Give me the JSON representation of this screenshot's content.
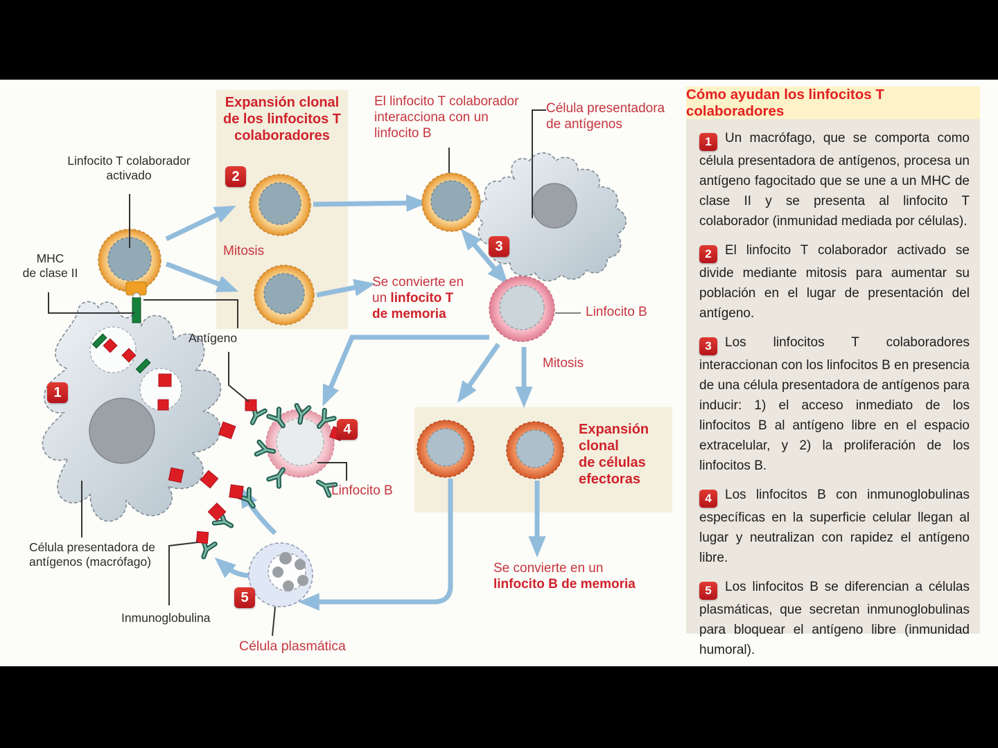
{
  "slide": {
    "panel": {
      "title": "Cómo ayudan los linfocitos T colaboradores",
      "items": [
        {
          "num": "1",
          "text": "Un macrófago, que se comporta como célula presentadora de antígenos, procesa un antígeno fagocitado que se une a un MHC de clase II y se presenta al linfocito T colaborador (inmunidad mediada por células)."
        },
        {
          "num": "2",
          "text": "El linfocito T colaborador activado se divide mediante mitosis para aumentar su población en el lugar de presentación del antígeno."
        },
        {
          "num": "3",
          "text": "Los linfocitos T colaboradores interaccionan con los linfocitos B en presencia de una célula presentadora de antígenos para inducir: 1) el acceso inmediato de los linfocitos B al antígeno libre en el espacio extracelular, y 2) la proliferación de los linfocitos B."
        },
        {
          "num": "4",
          "text": "Los linfocitos B con inmunoglobulinas específicas en la superficie celular llegan al lugar y neutralizan con rapidez el antígeno libre."
        },
        {
          "num": "5",
          "text": "Los linfocitos B se diferencian a células plasmáticas, que secretan inmunoglobulinas para bloquear el antígeno libre (inmunidad humoral)."
        }
      ]
    },
    "labels": {
      "expansion_t": "Expansión clonal de los linfocitos T colaboradores",
      "interaction": "El linfocito T colaborador interacciona con un linfocito B",
      "apc_top": "Célula presentadora de antígenos",
      "t_activated": "Linfocito T colaborador activado",
      "mhc_1": "MHC",
      "mhc_2": "de clase II",
      "mitosis_top": "Mitosis",
      "mitosis_mid": "Mitosis",
      "memory_t_l1": "Se convierte en",
      "memory_t_l2a": "un",
      "memory_t_l2b": "linfocito T",
      "memory_t_l3": "de memoria",
      "linfocito_b_top": "Linfocito B",
      "antigen": "Antígeno",
      "linfocito_b_mid": "Linfocito B",
      "expansion_b_l1": "Expansión",
      "expansion_b_l2": "clonal",
      "expansion_b_l3": "de células",
      "expansion_b_l4": "efectoras",
      "memory_b_l1": "Se convierte en un",
      "memory_b_l2": "linfocito B de memoria",
      "apc_bottom": "Célula presentadora de antígenos (macrófago)",
      "immunoglobulin": "Inmunoglobulina",
      "plasma_cell": "Célula plasmática",
      "badge_1": "1",
      "badge_2": "2",
      "badge_3": "3",
      "badge_4": "4",
      "badge_5": "5"
    },
    "colors": {
      "badge_red": "#d22027",
      "label_red": "#c5353e",
      "title_red": "#e31f1f",
      "arrow_blue": "#92bcdc",
      "panel_beige": "#f4eedd",
      "panel_grey": "#ebe7df",
      "title_strip": "#fdf2c8"
    }
  }
}
